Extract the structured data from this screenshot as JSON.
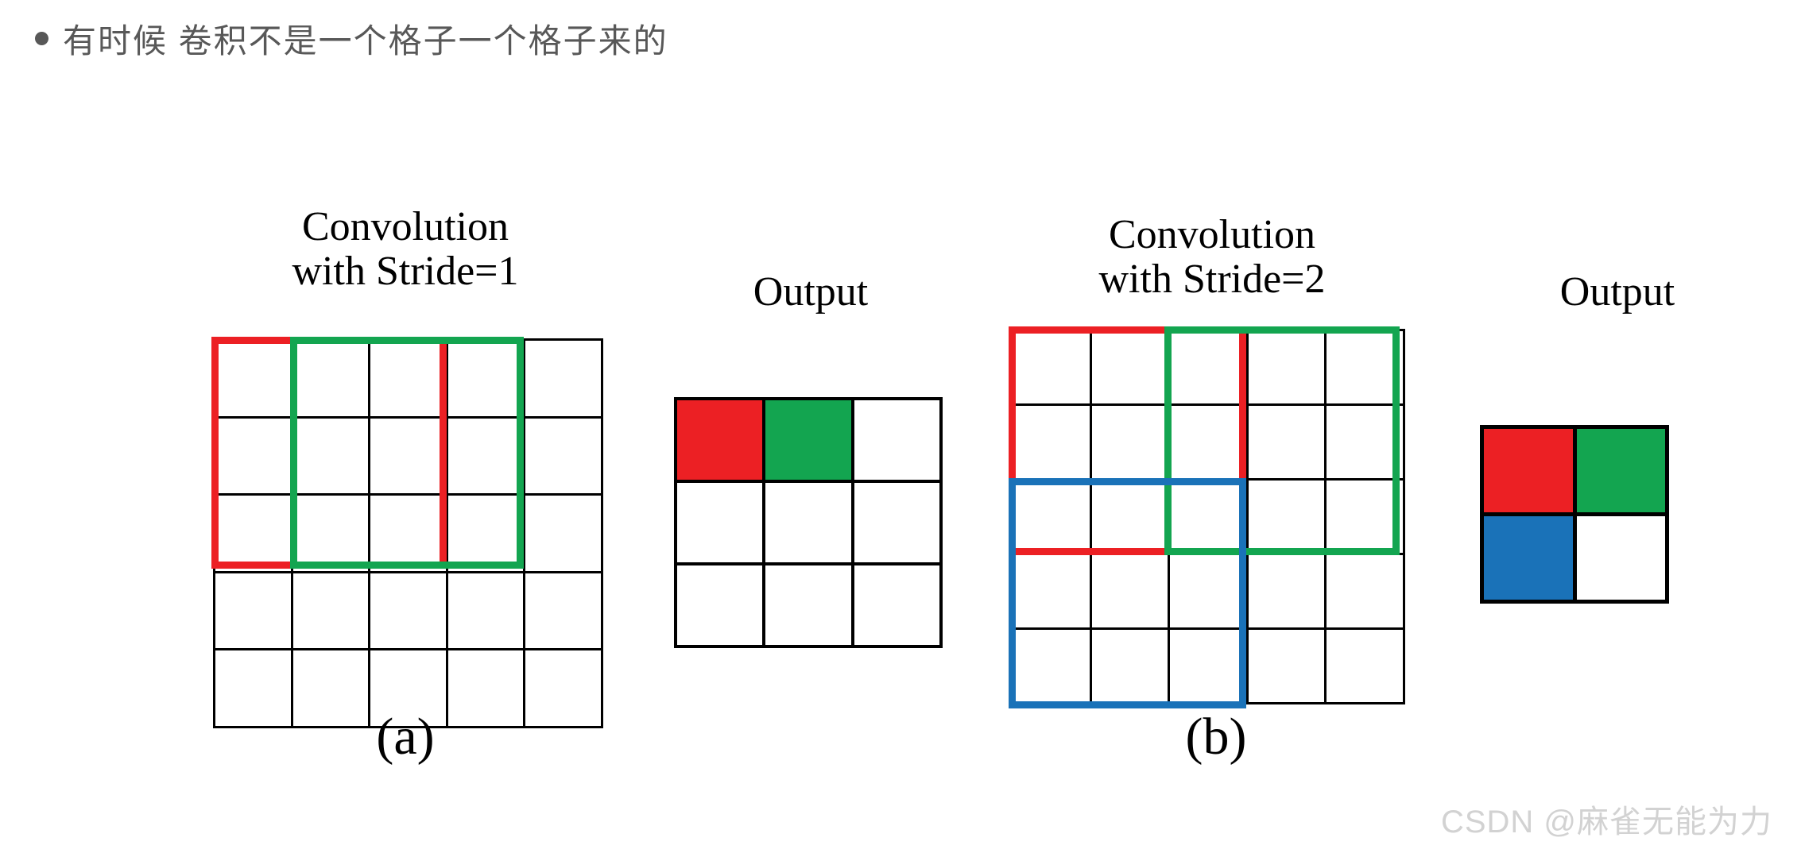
{
  "header": {
    "bullet": "•",
    "text": "有时候 卷积不是一个格子一个格子来的"
  },
  "colors": {
    "red": "#ec2024",
    "green": "#13a550",
    "blue": "#1a72b8",
    "black": "#000000",
    "white": "#ffffff",
    "header_text": "#585858",
    "watermark": "#d2d2d2"
  },
  "panels": [
    {
      "id": "a",
      "title": "Convolution\nwith Stride=1",
      "sub_label": "(a)",
      "input_grid": {
        "rows": 5,
        "cols": 5
      },
      "windows": [
        {
          "name": "red-window",
          "color": "#ec2024",
          "row": 0,
          "col": 0,
          "height": 3,
          "width": 3
        },
        {
          "name": "green-window",
          "color": "#13a550",
          "row": 0,
          "col": 1,
          "height": 3,
          "width": 3
        }
      ],
      "output": {
        "title": "Output",
        "rows": 3,
        "cols": 3,
        "cells": [
          [
            "#ec2024",
            "#13a550",
            "#ffffff"
          ],
          [
            "#ffffff",
            "#ffffff",
            "#ffffff"
          ],
          [
            "#ffffff",
            "#ffffff",
            "#ffffff"
          ]
        ]
      }
    },
    {
      "id": "b",
      "title": "Convolution\nwith Stride=2",
      "sub_label": "(b)",
      "input_grid": {
        "rows": 5,
        "cols": 5
      },
      "windows": [
        {
          "name": "red-window",
          "color": "#ec2024",
          "row": 0,
          "col": 0,
          "height": 3,
          "width": 3
        },
        {
          "name": "green-window",
          "color": "#13a550",
          "row": 0,
          "col": 2,
          "height": 3,
          "width": 3
        },
        {
          "name": "blue-window",
          "color": "#1a72b8",
          "row": 2,
          "col": 0,
          "height": 3,
          "width": 3
        }
      ],
      "output": {
        "title": "Output",
        "rows": 2,
        "cols": 2,
        "cells": [
          [
            "#ec2024",
            "#13a550"
          ],
          [
            "#1a72b8",
            "#ffffff"
          ]
        ]
      }
    }
  ],
  "watermark": "CSDN @麻雀无能为力"
}
